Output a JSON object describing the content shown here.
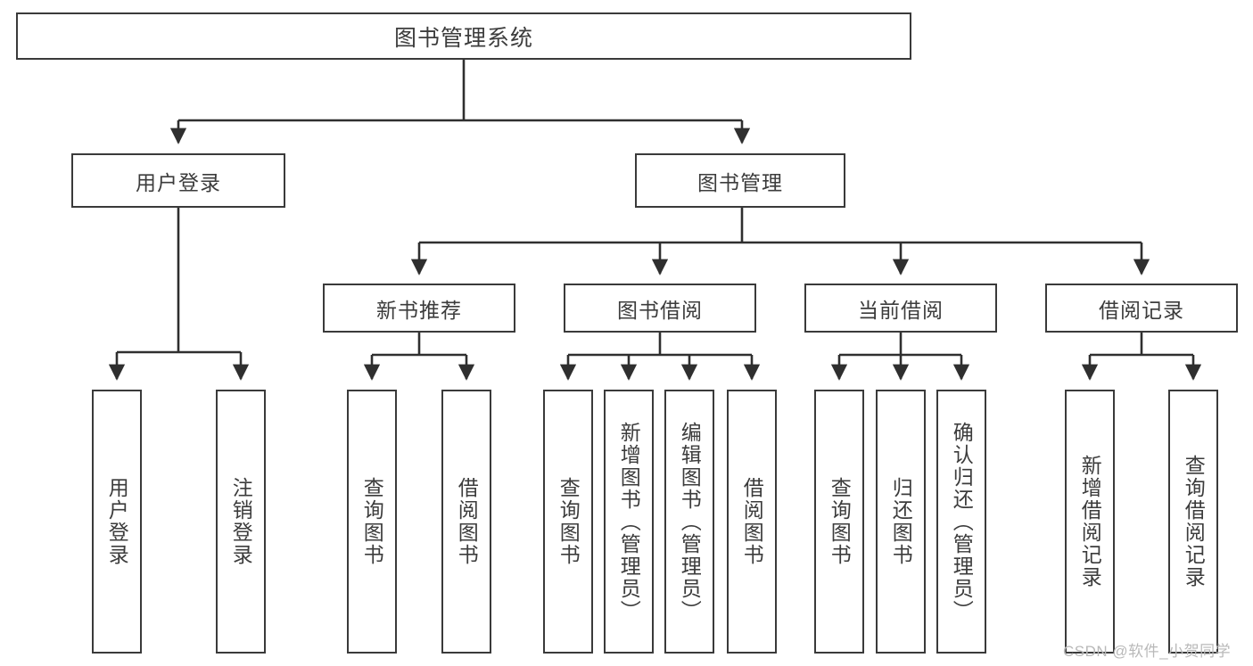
{
  "diagram": {
    "title": "图书管理系统",
    "type": "hierarchy-tree",
    "root": {
      "label": "图书管理系统"
    },
    "level2": [
      {
        "label": "用户登录"
      },
      {
        "label": "图书管理"
      }
    ],
    "level3": [
      {
        "label": "新书推荐"
      },
      {
        "label": "图书借阅"
      },
      {
        "label": "当前借阅"
      },
      {
        "label": "借阅记录"
      }
    ],
    "leaves": [
      {
        "label": "用户登录",
        "parent": "用户登录"
      },
      {
        "label": "注销登录",
        "parent": "用户登录"
      },
      {
        "label": "查询图书",
        "parent": "新书推荐"
      },
      {
        "label": "借阅图书",
        "parent": "新书推荐"
      },
      {
        "label": "查询图书",
        "parent": "图书借阅"
      },
      {
        "label": "新增图书（管理员）",
        "parent": "图书借阅"
      },
      {
        "label": "编辑图书（管理员）",
        "parent": "图书借阅"
      },
      {
        "label": "借阅图书",
        "parent": "图书借阅"
      },
      {
        "label": "查询图书",
        "parent": "当前借阅"
      },
      {
        "label": "归还图书",
        "parent": "当前借阅"
      },
      {
        "label": "确认归还（管理员）",
        "parent": "当前借阅"
      },
      {
        "label": "新增借阅记录",
        "parent": "借阅记录"
      },
      {
        "label": "查询借阅记录",
        "parent": "借阅记录"
      }
    ],
    "watermark": "CSDN @软件_小贺同学",
    "colors": {
      "stroke": "#3a3a3a",
      "text": "#3c3c3c",
      "background": "#ffffff",
      "watermark": "#b9b9b9"
    }
  }
}
